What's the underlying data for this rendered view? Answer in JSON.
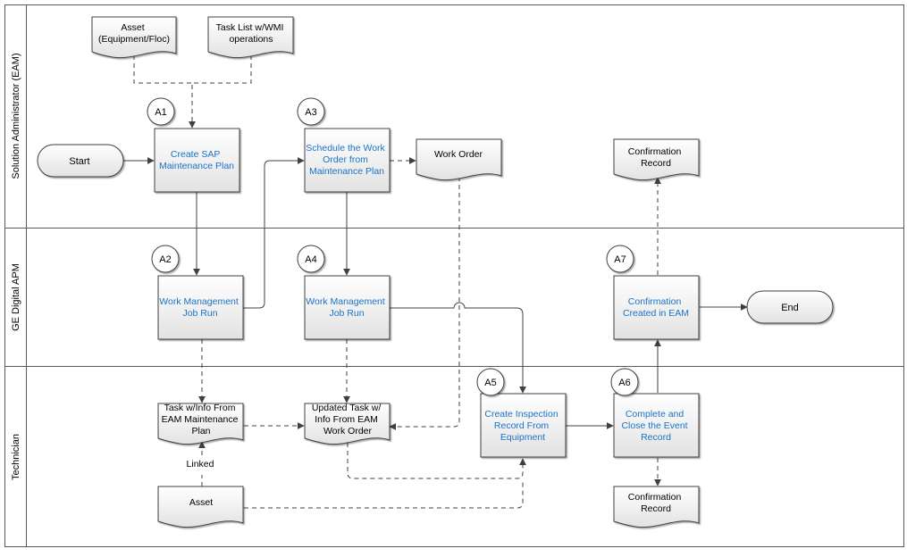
{
  "lanes": [
    {
      "id": "lane1",
      "label": "Solution Administrator (EAM)"
    },
    {
      "id": "lane2",
      "label": "GE Digital APM"
    },
    {
      "id": "lane3",
      "label": "Technician"
    }
  ],
  "badges": {
    "a1": "A1",
    "a2": "A2",
    "a3": "A3",
    "a4": "A4",
    "a5": "A5",
    "a6": "A6",
    "a7": "A7"
  },
  "terminals": {
    "start": "Start",
    "end": "End"
  },
  "processes": {
    "a1": [
      "Create SAP",
      "Maintenance Plan"
    ],
    "a2": [
      "Work Management",
      "Job Run"
    ],
    "a3": [
      "Schedule the Work",
      "Order from",
      "Maintenance Plan"
    ],
    "a4": [
      "Work Management",
      "Job Run"
    ],
    "a5": [
      "Create Inspection",
      "Record From",
      "Equipment"
    ],
    "a6": [
      "Complete and",
      "Close the Event",
      "Record"
    ],
    "a7": [
      "Confirmation",
      "Created in EAM"
    ]
  },
  "documents": {
    "asset_top": [
      "Asset",
      "(Equipment/Floc)"
    ],
    "task_list": [
      "Task List w/WMI",
      "operations"
    ],
    "work_order": [
      "Work Order"
    ],
    "confirmation_top": [
      "Confirmation",
      "Record"
    ],
    "task_info": [
      "Task w/Info From",
      "EAM Maintenance",
      "Plan"
    ],
    "updated_task": [
      "Updated Task w/",
      "Info From EAM",
      "Work Order"
    ],
    "asset_bottom": [
      "Asset"
    ],
    "confirmation_bottom": [
      "Confirmation",
      "Record"
    ]
  },
  "connector_labels": {
    "linked": "Linked"
  },
  "colors": {
    "process_text": "#1a73c8",
    "text": "#000000",
    "line": "#404040",
    "lane_border": "#5a5a5a",
    "shape_fill_top": "#ffffff",
    "shape_fill_bottom": "#e2e2e2"
  }
}
